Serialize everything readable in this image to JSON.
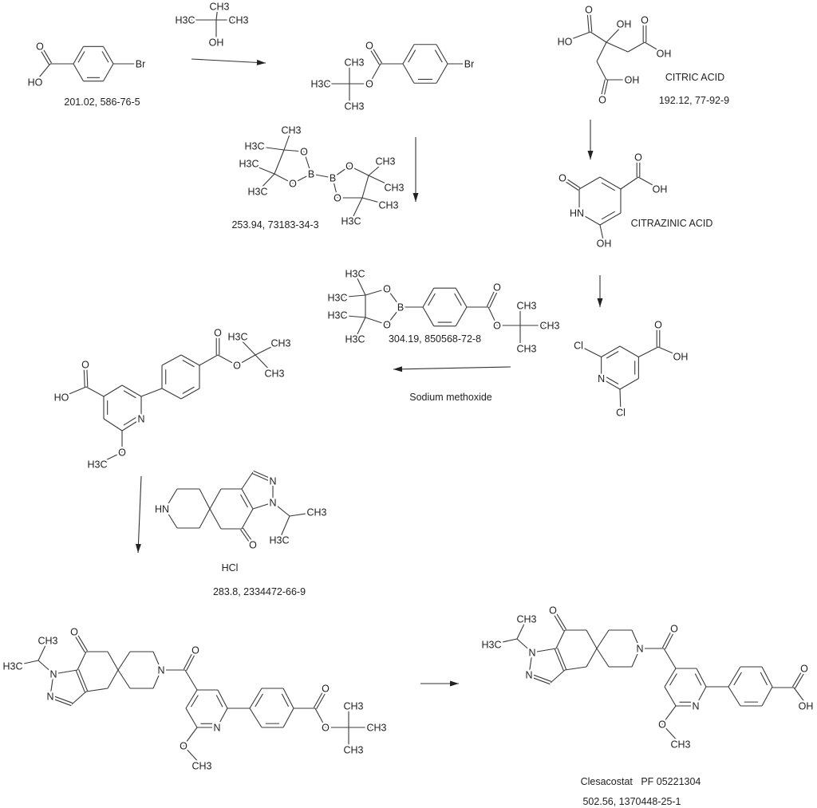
{
  "molecules": {
    "bromobenzoic_acid": {
      "atoms": [
        "O",
        "HO",
        "Br"
      ],
      "caption": "201.02, 586-76-5"
    },
    "tert_butanol": {
      "atoms": [
        "CH3",
        "H3C",
        "CH3",
        "OH"
      ]
    },
    "tbutyl_bromobenzoate": {
      "atoms": [
        "O",
        "O",
        "H3C",
        "CH3",
        "CH3",
        "Br"
      ]
    },
    "b2pin2": {
      "atoms": [
        "CH3",
        "H3C",
        "O",
        "H3C",
        "B",
        "O",
        "H3C",
        "B",
        "O",
        "CH3",
        "CH3",
        "O",
        "CH3",
        "H3C"
      ],
      "caption": "253.94, 73183-34-3"
    },
    "citric_acid": {
      "atoms": [
        "O",
        "HO",
        "OH",
        "O",
        "OH",
        "OH",
        "O"
      ],
      "name": "CITRIC ACID",
      "caption": "192.12, 77-92-9"
    },
    "citrazinic_acid": {
      "atoms": [
        "O",
        "HN",
        "OH",
        "O",
        "OH"
      ],
      "name": "CITRAZINIC ACID"
    },
    "dichloroisonicotinic_acid": {
      "atoms": [
        "Cl",
        "N",
        "Cl",
        "O",
        "OH"
      ]
    },
    "boronate_ester": {
      "atoms": [
        "H3C",
        "H3C",
        "O",
        "B",
        "O",
        "H3C",
        "H3C",
        "O",
        "O",
        "CH3",
        "CH3",
        "CH3"
      ],
      "caption": "304.19, 850568-72-8"
    },
    "methoxypyridine_acid": {
      "atoms": [
        "HO",
        "O",
        "N",
        "O",
        "H3C",
        "O",
        "O",
        "H3C",
        "CH3",
        "CH3"
      ]
    },
    "spiro_amine": {
      "atoms": [
        "HN",
        "N",
        "N",
        "O",
        "CH3",
        "H3C"
      ],
      "salt": "HCl",
      "caption": "283.8, 2334472-66-9"
    },
    "tbutyl_ester_intermediate": {
      "atoms": [
        "CH3",
        "H3C",
        "N",
        "N",
        "O",
        "N",
        "O",
        "N",
        "O",
        "CH3",
        "O",
        "O",
        "CH3",
        "CH3",
        "CH3"
      ]
    },
    "clesacostat": {
      "atoms": [
        "CH3",
        "H3C",
        "N",
        "N",
        "O",
        "N",
        "O",
        "N",
        "O",
        "CH3",
        "O",
        "OH"
      ],
      "name": "Clesacostat   PF 05221304",
      "caption": "502.56, 1370448-25-1"
    }
  },
  "reagents": {
    "base": "Sodium methoxide"
  }
}
